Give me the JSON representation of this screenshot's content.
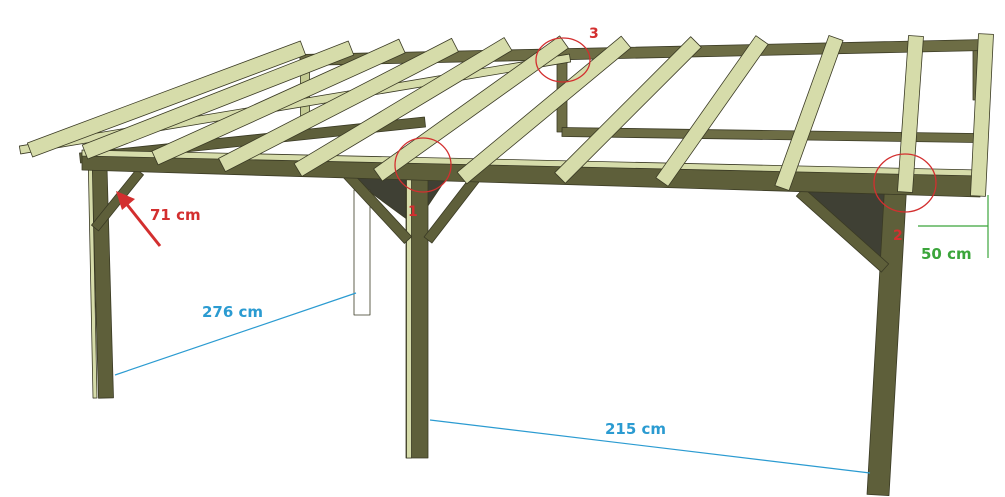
{
  "colors": {
    "timber_light": "#d6dcaa",
    "timber_mid": "#c4cb92",
    "timber_dark": "#5e5f3a",
    "timber_shade": "#6d6d45",
    "outline": "#3a3a24",
    "shadow": "#3f4034",
    "marker_red": "#d32f2f",
    "dim_blue": "#2b9bd1",
    "dim_green": "#3ba53b"
  },
  "dimensions": {
    "brace_length": "71 cm",
    "span_left": "276 cm",
    "span_front": "215 cm",
    "overhang": "50 cm"
  },
  "joints": [
    {
      "id": "1",
      "label": "1"
    },
    {
      "id": "2",
      "label": "2"
    },
    {
      "id": "3",
      "label": "3"
    }
  ]
}
